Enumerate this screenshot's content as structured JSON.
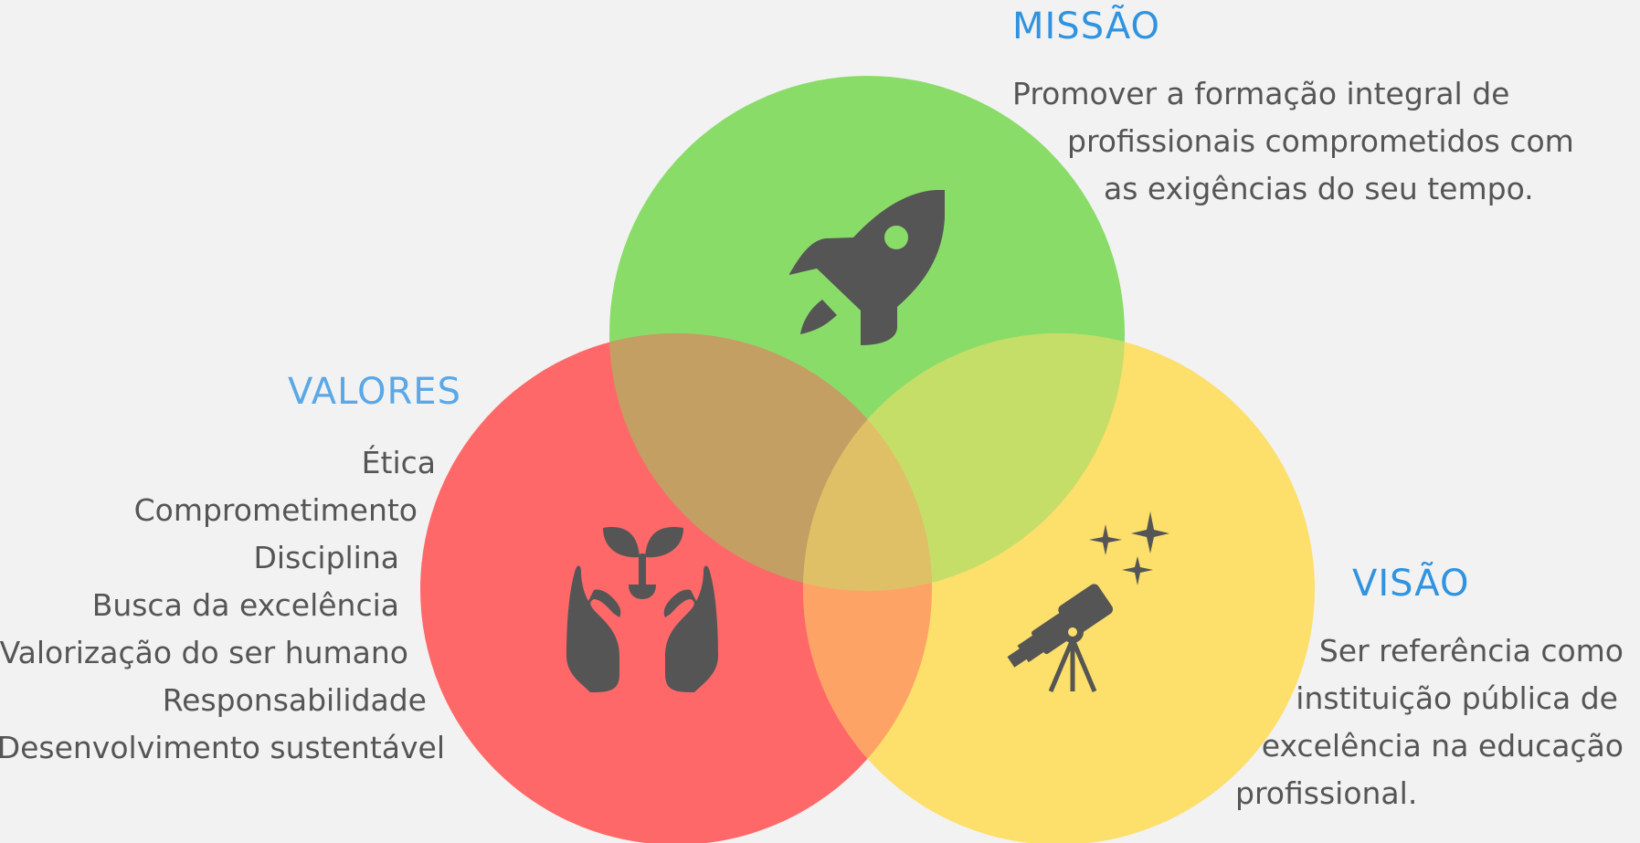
{
  "missao": {
    "title": "MISSÃO",
    "lines": [
      "Promover a formação integral de",
      "profissionais comprometidos com",
      "as exigências do seu tempo."
    ]
  },
  "valores": {
    "title": "VALORES",
    "items": [
      "Ética",
      "Comprometimento",
      "Disciplina",
      "Busca da excelência",
      "Valorização do ser humano",
      "Responsabilidade",
      "Desenvolvimento sustentável"
    ]
  },
  "visao": {
    "title": "VISÃO",
    "lines": [
      "Ser referência como",
      "instituição pública de",
      "excelência na educação",
      "profissional."
    ]
  },
  "colors": {
    "green": "#8adc68",
    "red": "#ff6868",
    "yellow": "#fddf6c",
    "icon": "#555555",
    "heading_blue": "#2f93e0",
    "background": "#f2f2f2"
  },
  "icons": {
    "missao": "rocket-icon",
    "valores": "hands-sprout-icon",
    "visao": "telescope-icon"
  }
}
